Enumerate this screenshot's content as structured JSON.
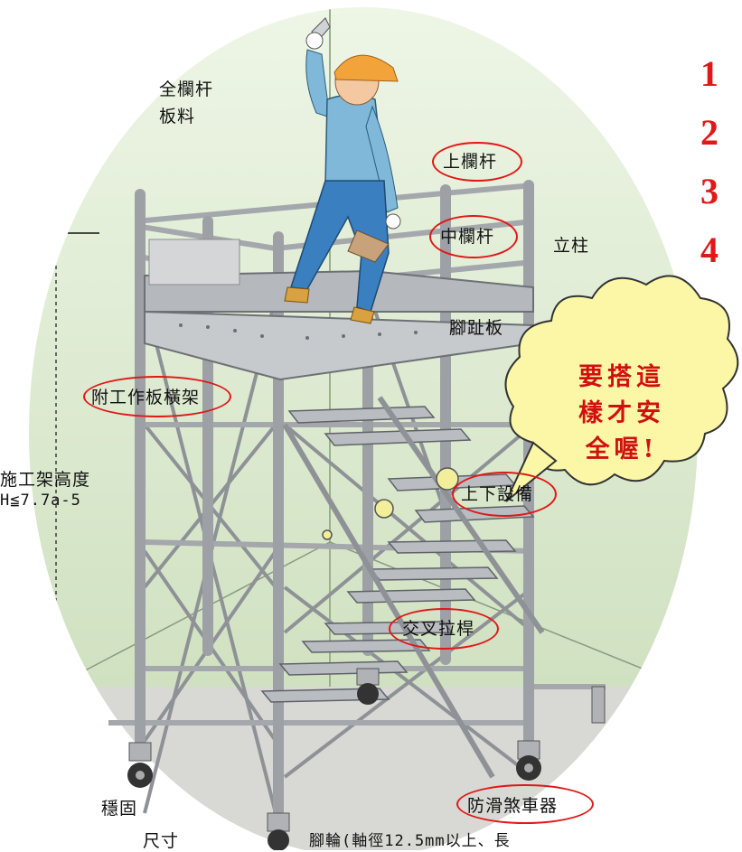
{
  "labels": {
    "safety_rail_partial": "全欄杆",
    "board_partial": "板料",
    "top_rail": "上欄杆",
    "mid_rail": "中欄杆",
    "post": "立柱",
    "toe_board": "腳趾板",
    "board_frame": "附工作板橫架",
    "height_title": "施工架高度",
    "height_formula": "H≦7.7a-5",
    "access": "上下設備",
    "cross_brace": "交叉拉桿",
    "stable_partial": "穩固",
    "size_partial": "尺寸",
    "brake": "防滑煞車器",
    "caster": "腳輪(軸徑12.5mm以上、長"
  },
  "numbers": [
    "1",
    "2",
    "3",
    "4"
  ],
  "cloud": {
    "line1": "要搭這",
    "line2": "樣才安",
    "line3": "全喔!"
  },
  "colors": {
    "background": "#dbe8cf",
    "annotation": "#e01818",
    "cloud_fill": "#fbf7a6"
  }
}
